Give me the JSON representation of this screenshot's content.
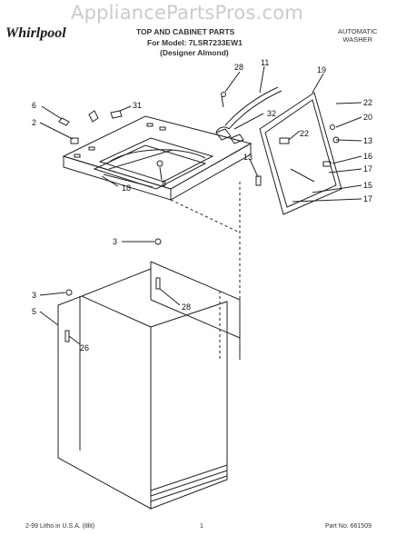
{
  "watermark": "AppliancePartsPros.com",
  "header": {
    "brand": "Whirlpool",
    "title": "TOP AND CABINET PARTS",
    "model": "For Model: 7LSR7233EW1",
    "variant": "(Designer Almond)",
    "category_line1": "AUTOMATIC",
    "category_line2": "WASHER"
  },
  "callouts": [
    "28",
    "11",
    "19",
    "22",
    "20",
    "13",
    "16",
    "17",
    "15",
    "17",
    "32",
    "22",
    "13",
    "6",
    "31",
    "2",
    "18",
    "8",
    "3",
    "28",
    "3",
    "5",
    "26"
  ],
  "footer": {
    "left": "2-99 Litho in U.S.A. (8lit)",
    "center": "1",
    "right": "Part No. 661509"
  }
}
